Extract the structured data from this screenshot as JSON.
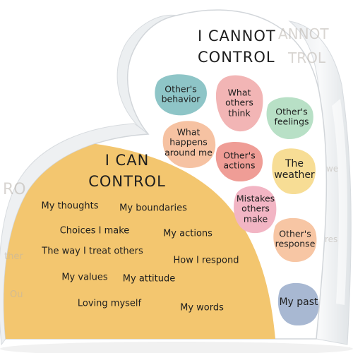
{
  "cannot": {
    "title_line1": "I CANNOT",
    "title_line2": "CONTROL",
    "items": [
      {
        "line1": "Other's",
        "line2": "behavior",
        "line3": "",
        "color": "#8ec5c7"
      },
      {
        "line1": "What",
        "line2": "others",
        "line3": "think",
        "color": "#f2b5b5"
      },
      {
        "line1": "Other's",
        "line2": "feelings",
        "line3": "",
        "color": "#b8e0c6"
      },
      {
        "line1": "What",
        "line2": "happens",
        "line3": "around me",
        "color": "#f6c2a2"
      },
      {
        "line1": "Other's",
        "line2": "actions",
        "line3": "",
        "color": "#ef9d96"
      },
      {
        "line1": "The",
        "line2": "weather",
        "line3": "",
        "color": "#f7dd95"
      },
      {
        "line1": "Mistakes",
        "line2": "others",
        "line3": "make",
        "color": "#f2b5c4"
      },
      {
        "line1": "Other's",
        "line2": "response",
        "line3": "",
        "color": "#f7c6a4"
      },
      {
        "line1": "My past",
        "line2": "",
        "line3": "",
        "color": "#a8b8d2"
      }
    ]
  },
  "can": {
    "title_line1": "I CAN",
    "title_line2": "CONTROL",
    "color": "#f3c66f",
    "items": [
      "My thoughts",
      "My boundaries",
      "Choices I make",
      "My actions",
      "The way I treat others",
      "How I respond",
      "My values",
      "My attitude",
      "Loving myself",
      "My words"
    ]
  }
}
